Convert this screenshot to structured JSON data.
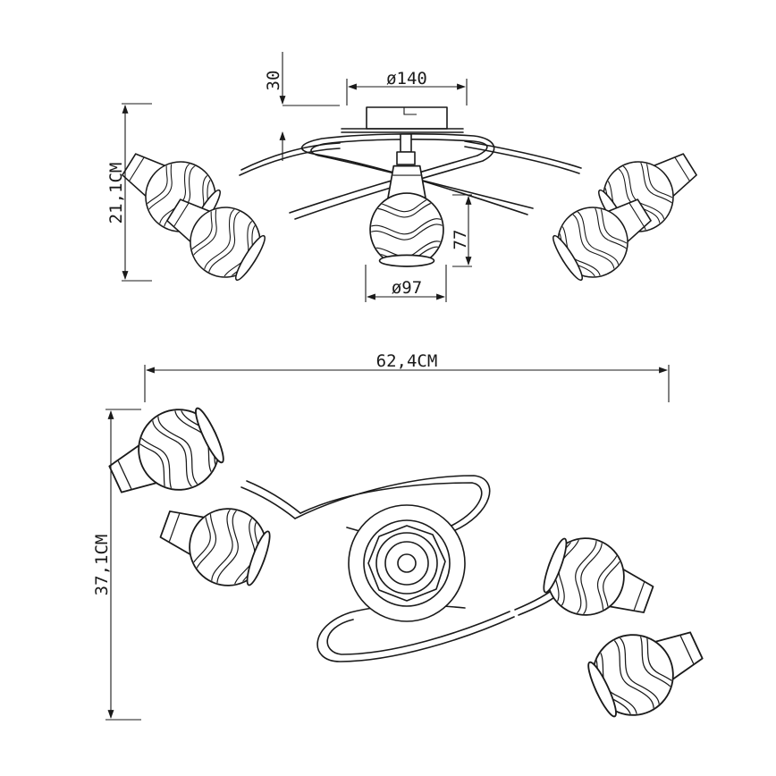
{
  "dimensions": {
    "mount_height": "30",
    "canopy_diameter": "ø140",
    "total_height": "21,1CM",
    "shade_height": "77",
    "shade_diameter": "ø97",
    "total_width": "62,4CM",
    "total_depth": "37,1CM"
  },
  "colors": {
    "line": "#1a1a1a",
    "background": "#ffffff"
  }
}
